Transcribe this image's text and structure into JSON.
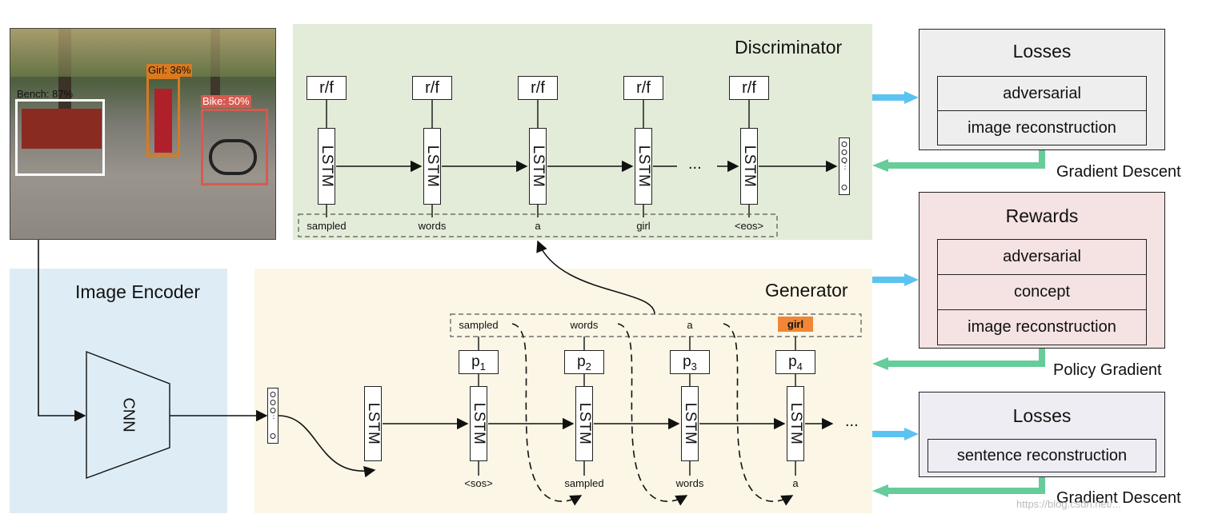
{
  "photo": {
    "detections": [
      {
        "label": "Bench: 87%",
        "color": "#ffffff",
        "text_color": "#111111"
      },
      {
        "label": "Girl: 36%",
        "color": "#d97a1e",
        "text_color": "#111111"
      },
      {
        "label": "Bike: 50%",
        "color": "#d55a50",
        "text_color": "#ffffff"
      }
    ]
  },
  "image_encoder": {
    "title": "Image Encoder",
    "cnn_label": "CNN",
    "bg_color": "#deedf5"
  },
  "discriminator": {
    "title": "Discriminator",
    "bg_color": "#e3ecd8",
    "outputs": [
      "r/f",
      "r/f",
      "r/f",
      "r/f",
      "r/f"
    ],
    "lstm_label": "LSTM",
    "words": [
      "sampled",
      "words",
      "a",
      "girl",
      "<eos>"
    ],
    "ellipsis": "..."
  },
  "generator": {
    "title": "Generator",
    "bg_color": "#fbf6e6",
    "lstm_label": "LSTM",
    "probs": [
      {
        "p": "p",
        "sub": "1"
      },
      {
        "p": "p",
        "sub": "2"
      },
      {
        "p": "p",
        "sub": "3"
      },
      {
        "p": "p",
        "sub": "4"
      }
    ],
    "sampled_words": [
      "sampled",
      "words",
      "a",
      "girl"
    ],
    "highlight_color": "#f08636",
    "input_words": [
      "<sos>",
      "sampled",
      "words",
      "a"
    ],
    "ellipsis": "..."
  },
  "right": {
    "losses_top": {
      "title": "Losses",
      "items": [
        "adversarial",
        "image reconstruction"
      ],
      "bg": "#eeeeee"
    },
    "rewards": {
      "title": "Rewards",
      "items": [
        "adversarial",
        "concept",
        "image reconstruction"
      ],
      "bg": "#f5e2e2"
    },
    "losses_bottom": {
      "title": "Losses",
      "items": [
        "sentence reconstruction"
      ],
      "bg": "#eeedf3"
    },
    "labels": [
      "Gradient Descent",
      "Policy Gradient",
      "Gradient Descent"
    ],
    "arrow_blue": "#5bc3f0",
    "arrow_green": "#66cc99"
  },
  "watermark": "https://blog.csdn.net/..."
}
